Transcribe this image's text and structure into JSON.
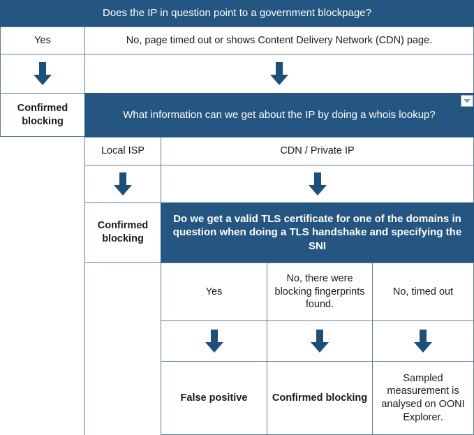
{
  "colors": {
    "header_blue": "#255581",
    "arrow_blue": "#1F4E79",
    "border": "#5f808f",
    "text": "#1a1a1a",
    "white": "#ffffff"
  },
  "chart_data": {
    "type": "table",
    "title": "Does the IP in question point to a government blockpage?",
    "description": "Decision flowchart for determining whether an IP address indicates blocking"
  },
  "flow": {
    "q1": {
      "question": "Does the IP in question point to a government blockpage?",
      "answer_yes": "Yes",
      "answer_no": "No, page timed out or shows Content Delivery Network (CDN) page.",
      "outcome_yes": "Confirmed blocking"
    },
    "q2": {
      "question": "What information can we get about the IP by doing a whois lookup?",
      "answer_local_isp": "Local ISP",
      "answer_cdn": "CDN / Private IP",
      "outcome_local_isp": "Confirmed blocking"
    },
    "q3": {
      "question": "Do we get a valid TLS certificate for one of the domains in question when doing a TLS handshake and specifying the SNI",
      "answer_yes": "Yes",
      "answer_fingerprints": "No, there were blocking fingerprints found.",
      "answer_timeout": "No, timed out",
      "outcome_yes": "False positive",
      "outcome_fingerprints": "Confirmed blocking",
      "outcome_timeout": "Sampled measurement is analysed on OONI Explorer."
    }
  },
  "controls": {
    "dropdown_icon": "chevron-down-icon"
  }
}
